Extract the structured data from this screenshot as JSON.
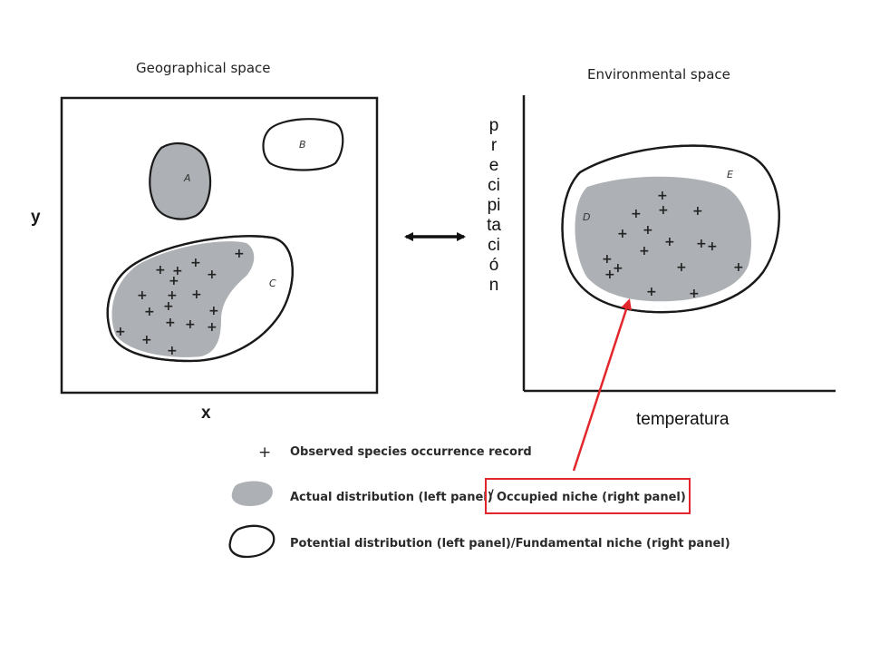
{
  "geo_panel": {
    "title": "Geographical space",
    "y_label": "y",
    "x_label": "x",
    "regions": [
      "A",
      "B",
      "C"
    ]
  },
  "env_panel": {
    "title": "Environmental space",
    "y_label_letters": [
      "p",
      "r",
      "e",
      "ci",
      "pi",
      "ta",
      "ci",
      "ó",
      "n"
    ],
    "x_label": "temperatura",
    "regions": [
      "D",
      "E"
    ]
  },
  "legend": {
    "occurrence": "Observed species occurrence record",
    "actual_prefix": "Actual distribution (left panel)",
    "slash": "/",
    "occupied": "Occupied niche (right panel)",
    "potential": "Potential distribution (left panel)/Fundamental niche (right panel)"
  },
  "symbols": {
    "plus": "+"
  },
  "colors": {
    "fill_gray": "#adb0b4",
    "highlight_red": "#e3262b",
    "outline": "#1a1a1a"
  }
}
